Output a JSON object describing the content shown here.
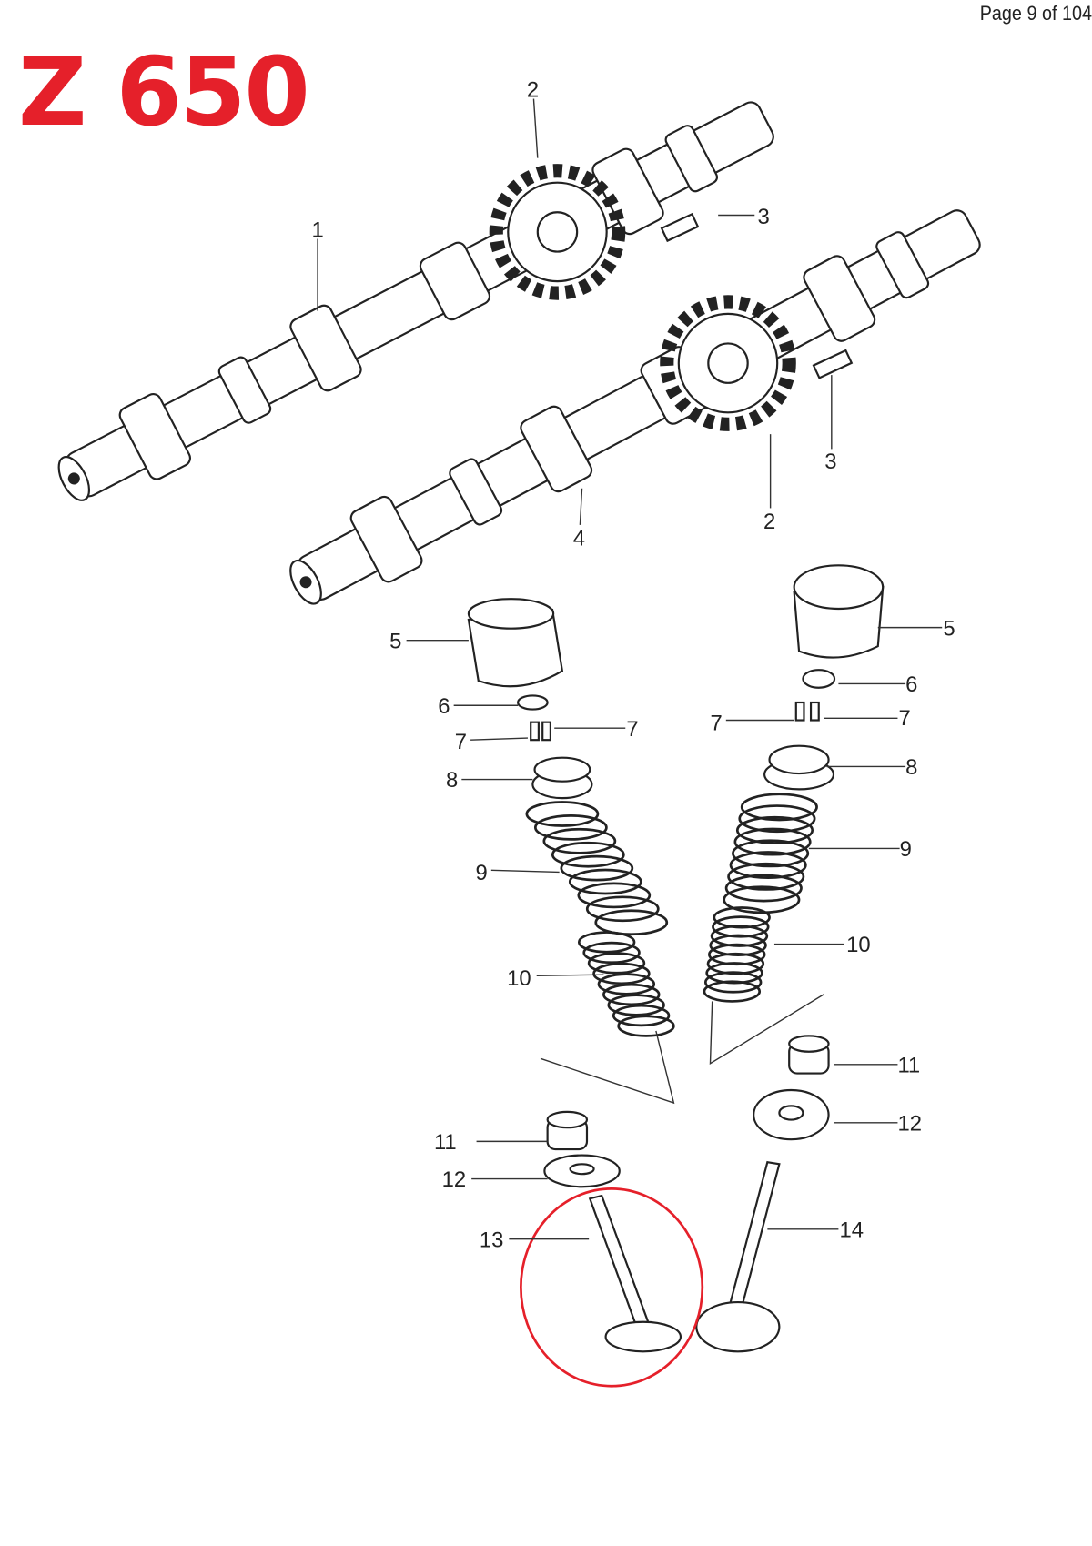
{
  "header": {
    "title": "Z 650",
    "page_indicator": "Page 9 of 104"
  },
  "highlight_color": "#e5202a",
  "callouts": {
    "c1": "1",
    "c2a": "2",
    "c2b": "2",
    "c3a": "3",
    "c3b": "3",
    "c4": "4",
    "c5a": "5",
    "c5b": "5",
    "c6a": "6",
    "c6b": "6",
    "c7a": "7",
    "c7b": "7",
    "c7c": "7",
    "c7d": "7",
    "c8a": "8",
    "c8b": "8",
    "c9a": "9",
    "c9b": "9",
    "c10a": "10",
    "c10b": "10",
    "c11a": "11",
    "c11b": "11",
    "c12a": "12",
    "c12b": "12",
    "c13": "13",
    "c14": "14"
  },
  "highlighted_part": "13"
}
